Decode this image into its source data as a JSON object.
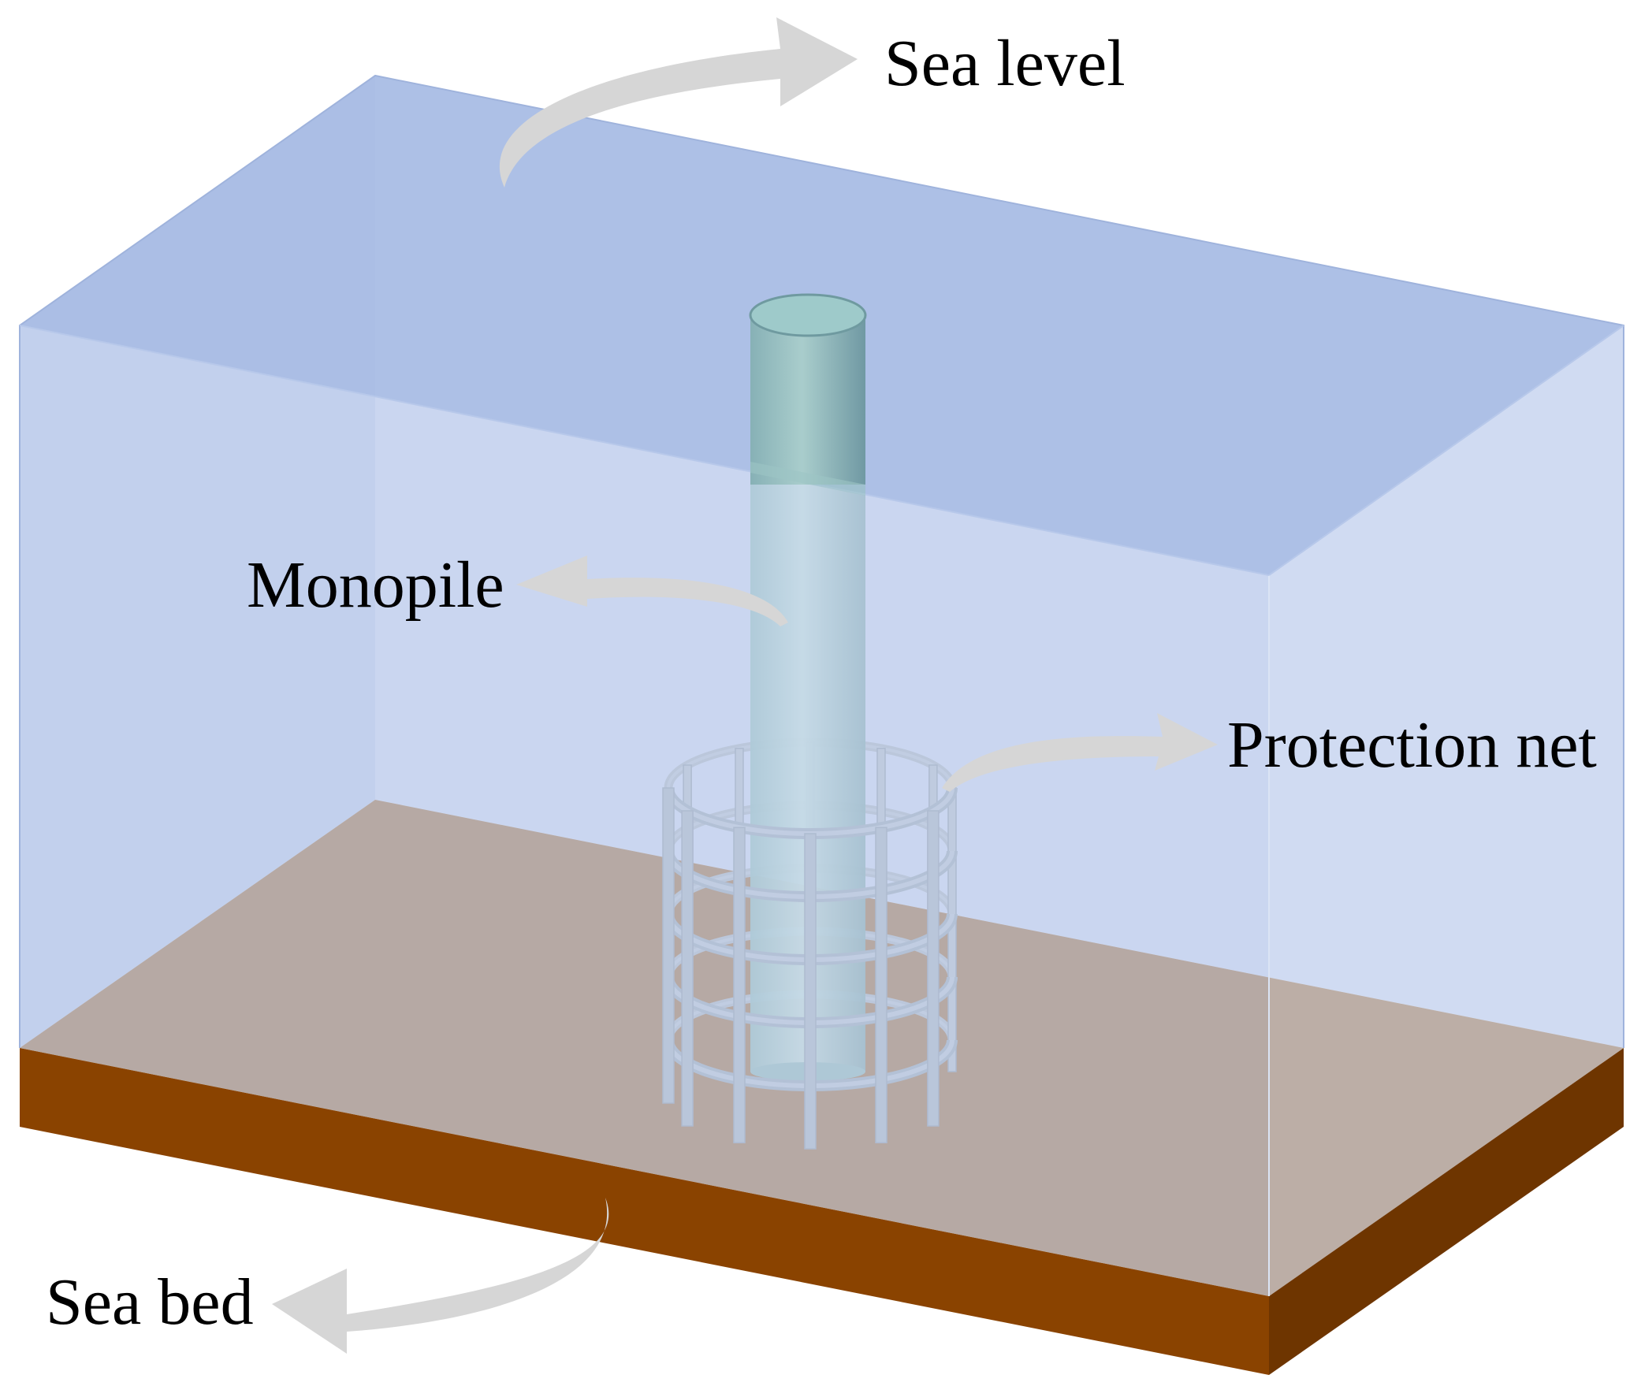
{
  "diagram": {
    "labels": {
      "sea_level": "Sea level",
      "monopile": "Monopile",
      "protection_net": "Protection net",
      "sea_bed": "Sea bed"
    },
    "colors": {
      "water_top": "#aabde3",
      "water_front": "#c9d6ee",
      "water_left": "#b9c9ea",
      "water_right": "#cfdcf1",
      "seabed_top": "#a0744a",
      "seabed_front": "#8a4300",
      "seabed_side": "#6e3500",
      "monopile": "#9fc8c8",
      "net": "#b8c4d2",
      "arrow": "#d6d6d6"
    },
    "protection_net": {
      "vertical_bars": 12,
      "rings": 5
    }
  }
}
